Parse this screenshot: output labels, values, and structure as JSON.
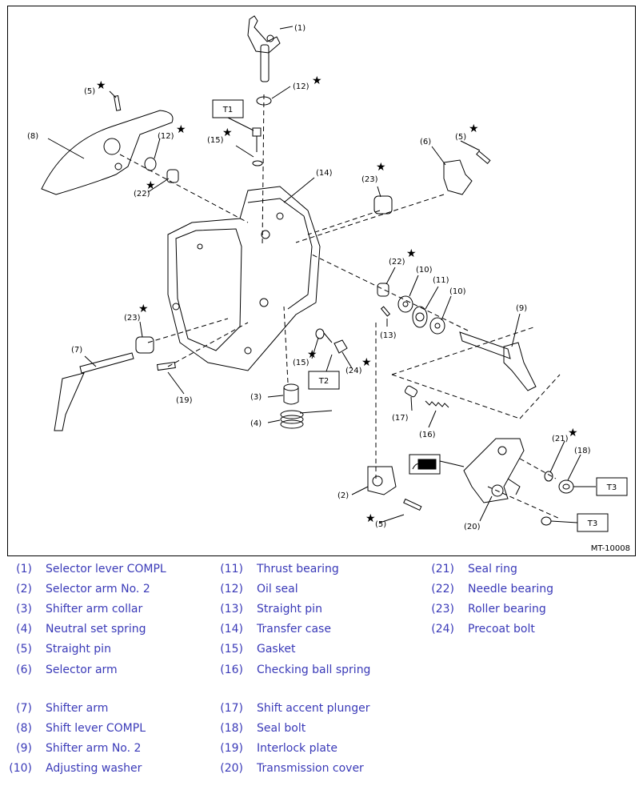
{
  "figure": {
    "id": "MT-10008",
    "tool_labels": {
      "t1": "T1",
      "t2": "T2",
      "t3a": "T3",
      "t3b": "T3"
    },
    "callouts": [
      "(1)",
      "(2)",
      "(3)",
      "(4)",
      "(5)",
      "(5)",
      "(5)",
      "(6)",
      "(7)",
      "(8)",
      "(9)",
      "(10)",
      "(10)",
      "(11)",
      "(12)",
      "(12)",
      "(13)",
      "(14)",
      "(15)",
      "(15)",
      "(16)",
      "(17)",
      "(18)",
      "(19)",
      "(20)",
      "(21)",
      "(22)",
      "(22)",
      "(23)",
      "(23)",
      "(24)"
    ],
    "star": "★"
  },
  "legend": {
    "columns": [
      [
        {
          "num": "(1)",
          "name": "Selector lever COMPL"
        },
        {
          "num": "(2)",
          "name": "Selector arm No. 2"
        },
        {
          "num": "(3)",
          "name": "Shifter arm collar"
        },
        {
          "num": "(4)",
          "name": "Neutral set spring"
        },
        {
          "num": "(5)",
          "name": "Straight pin"
        },
        {
          "num": "(6)",
          "name": "Selector arm"
        },
        {
          "num": "(7)",
          "name": "Shifter arm"
        },
        {
          "num": "(8)",
          "name": "Shift lever COMPL"
        },
        {
          "num": "(9)",
          "name": "Shifter arm No. 2"
        },
        {
          "num": "(10)",
          "name": "Adjusting washer"
        }
      ],
      [
        {
          "num": "(11)",
          "name": "Thrust bearing"
        },
        {
          "num": "(12)",
          "name": "Oil seal"
        },
        {
          "num": "(13)",
          "name": "Straight pin"
        },
        {
          "num": "(14)",
          "name": "Transfer case"
        },
        {
          "num": "(15)",
          "name": "Gasket"
        },
        {
          "num": "(16)",
          "name": "Checking ball spring"
        },
        {
          "num": "(17)",
          "name": "Shift accent plunger"
        },
        {
          "num": "(18)",
          "name": "Seal bolt"
        },
        {
          "num": "(19)",
          "name": "Interlock plate"
        },
        {
          "num": "(20)",
          "name": "Transmission cover"
        }
      ],
      [
        {
          "num": "(21)",
          "name": "Seal ring"
        },
        {
          "num": "(22)",
          "name": "Needle bearing"
        },
        {
          "num": "(23)",
          "name": "Roller bearing"
        },
        {
          "num": "(24)",
          "name": "Precoat bolt"
        }
      ]
    ]
  }
}
